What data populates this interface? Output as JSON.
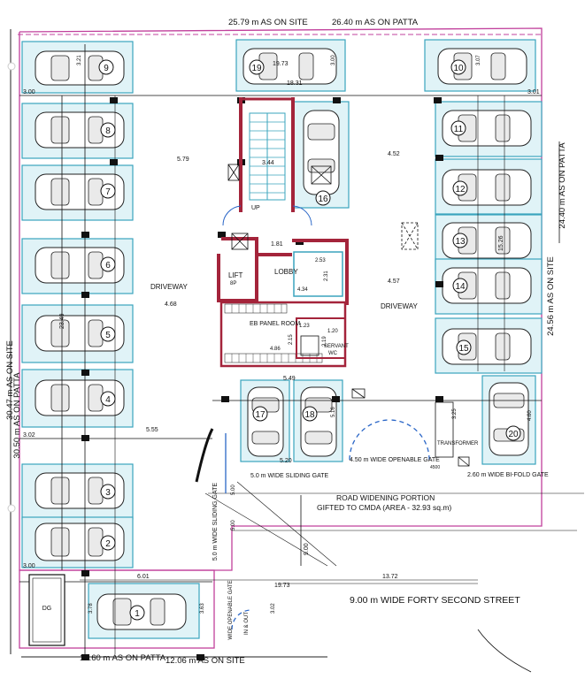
{
  "plan": {
    "top_patta": "26.40 m AS ON PATTA",
    "top_site": "25.79 m AS ON SITE",
    "bottom_patta": "12.60 m AS ON PATTA",
    "bottom_site": "12.06 m AS ON SITE",
    "left_site": "30.47 m AS ON SITE",
    "left_patta": "30.50 m AS ON PATTA",
    "right_patta": "24.40 m AS ON PATTA",
    "right_site": "24.56 m AS ON SITE",
    "street": "9.00 m WIDE FORTY SECOND STREET",
    "road_widening": "ROAD WIDENING PORTION",
    "gifted": "GIFTED TO CMDA (AREA - 32.93 sq.m)"
  },
  "rooms": {
    "lobby": "LOBBY",
    "lift": "LIFT",
    "lift_small": "8P",
    "up": "UP",
    "eb_room": "EB PANEL ROOM",
    "servant": "SERVANT",
    "servant_wc": "WC",
    "driveway_left": "DRIVEWAY",
    "driveway_right": "DRIVEWAY",
    "dg": "DG",
    "transformer": "TRANSFORMER"
  },
  "gates": {
    "sliding_horizontal": "5.0 m WIDE SLIDING GATE",
    "sliding_vertical": "5.0 m WIDE SLIDING GATE",
    "openable": "4.50 m WIDE OPENABLE GATE",
    "bifold": "2.60 m WIDE BI-FOLD GATE",
    "in_out": "IN & OUT",
    "openable_vertical": "WIDE OPENABLE GATE"
  },
  "parking_numbers": [
    "1",
    "2",
    "3",
    "4",
    "5",
    "6",
    "7",
    "8",
    "9",
    "10",
    "11",
    "12",
    "13",
    "14",
    "15",
    "16",
    "17",
    "18",
    "19",
    "20"
  ],
  "dimensions": {
    "d1973_top": "19.73",
    "d1831": "18.31",
    "d300_top": "3.00",
    "d301": "3.01",
    "d321": "3.21",
    "d300_v": "3.00",
    "d307": "3.07",
    "d579": "5.79",
    "d344": "3.44",
    "d452": "4.52",
    "d181": "1.81",
    "d253": "2.53",
    "d231": "2.31",
    "d434": "4.34",
    "d457": "4.57",
    "d468": "4.68",
    "d1526": "15.26",
    "d2349": "23.49",
    "d123": "1.23",
    "d120": "1.20",
    "d215": "2.15",
    "d219": "2.19",
    "d486": "4.86",
    "d549": "5.49",
    "d516": "5.16",
    "d325": "3.25",
    "d460": "4.60",
    "d302_left": "3.02",
    "d555": "5.55",
    "d520": "5.20",
    "d500_a": "5.00",
    "d500_b": "5.00",
    "d300_bottom": "3.00",
    "d601": "6.01",
    "d1372": "13.72",
    "d900": "9.00",
    "d1973_bottom": "19.73",
    "d378": "3.78",
    "d363": "3.63",
    "d302_bottom": "3.02",
    "d4500": "4500"
  }
}
